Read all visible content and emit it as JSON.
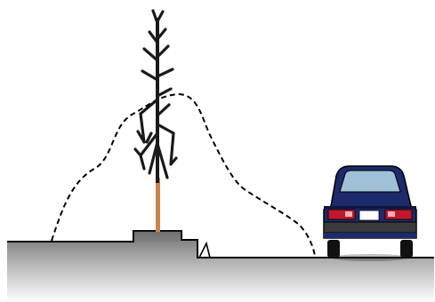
{
  "diagram": {
    "elements": {
      "ground": "ground-profile",
      "tree": "young-tree",
      "canopy": "mature-canopy-outline",
      "vehicle": "car-rear-view"
    }
  },
  "colors": {
    "background": "#ffffff",
    "ground_top": "#6e6e6e",
    "ground_fade": "#ffffff",
    "ground_outline": "#000000",
    "tree_dark": "#1a1a1a",
    "trunk": "#c8854a",
    "canopy_outline": "#000000",
    "car_body": "#1d2a6b",
    "car_window": "#9fc0d8",
    "taillight": "#c0182a",
    "bumper": "#3a3a3a",
    "plate": "#ffffff",
    "tires": "#111111"
  }
}
